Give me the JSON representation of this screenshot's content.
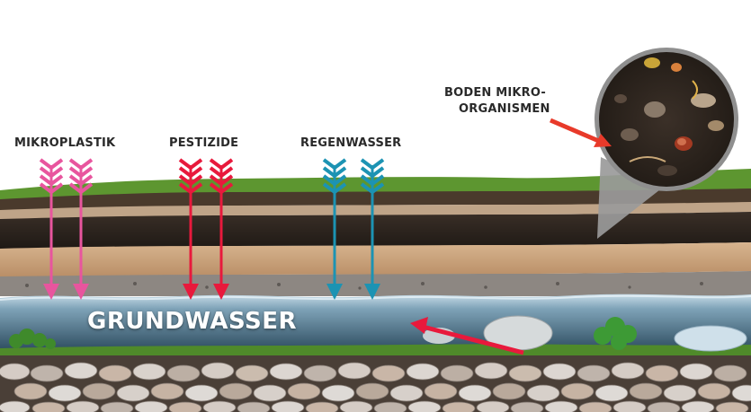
{
  "labels": {
    "mikroplastik": "MIKROPLASTIK",
    "pestizide": "PESTIZIDE",
    "regenwasser": "REGENWASSER",
    "boden_line1": "BODEN MIKRO-",
    "boden_line2": "ORGANISMEN",
    "grundwasser": "GRUNDWASSER"
  },
  "colors": {
    "mikroplastik": "#e8559e",
    "pestizide": "#e8193c",
    "regenwasser": "#1c93b3",
    "pointer": "#e83a2a",
    "grass": "#4f8a2a",
    "dark_soil": "#2a221d",
    "sand_soil": "#c7a07a",
    "gravel": "#8c8580",
    "water": "#9fc0d4",
    "stones": "#b8aea6"
  }
}
